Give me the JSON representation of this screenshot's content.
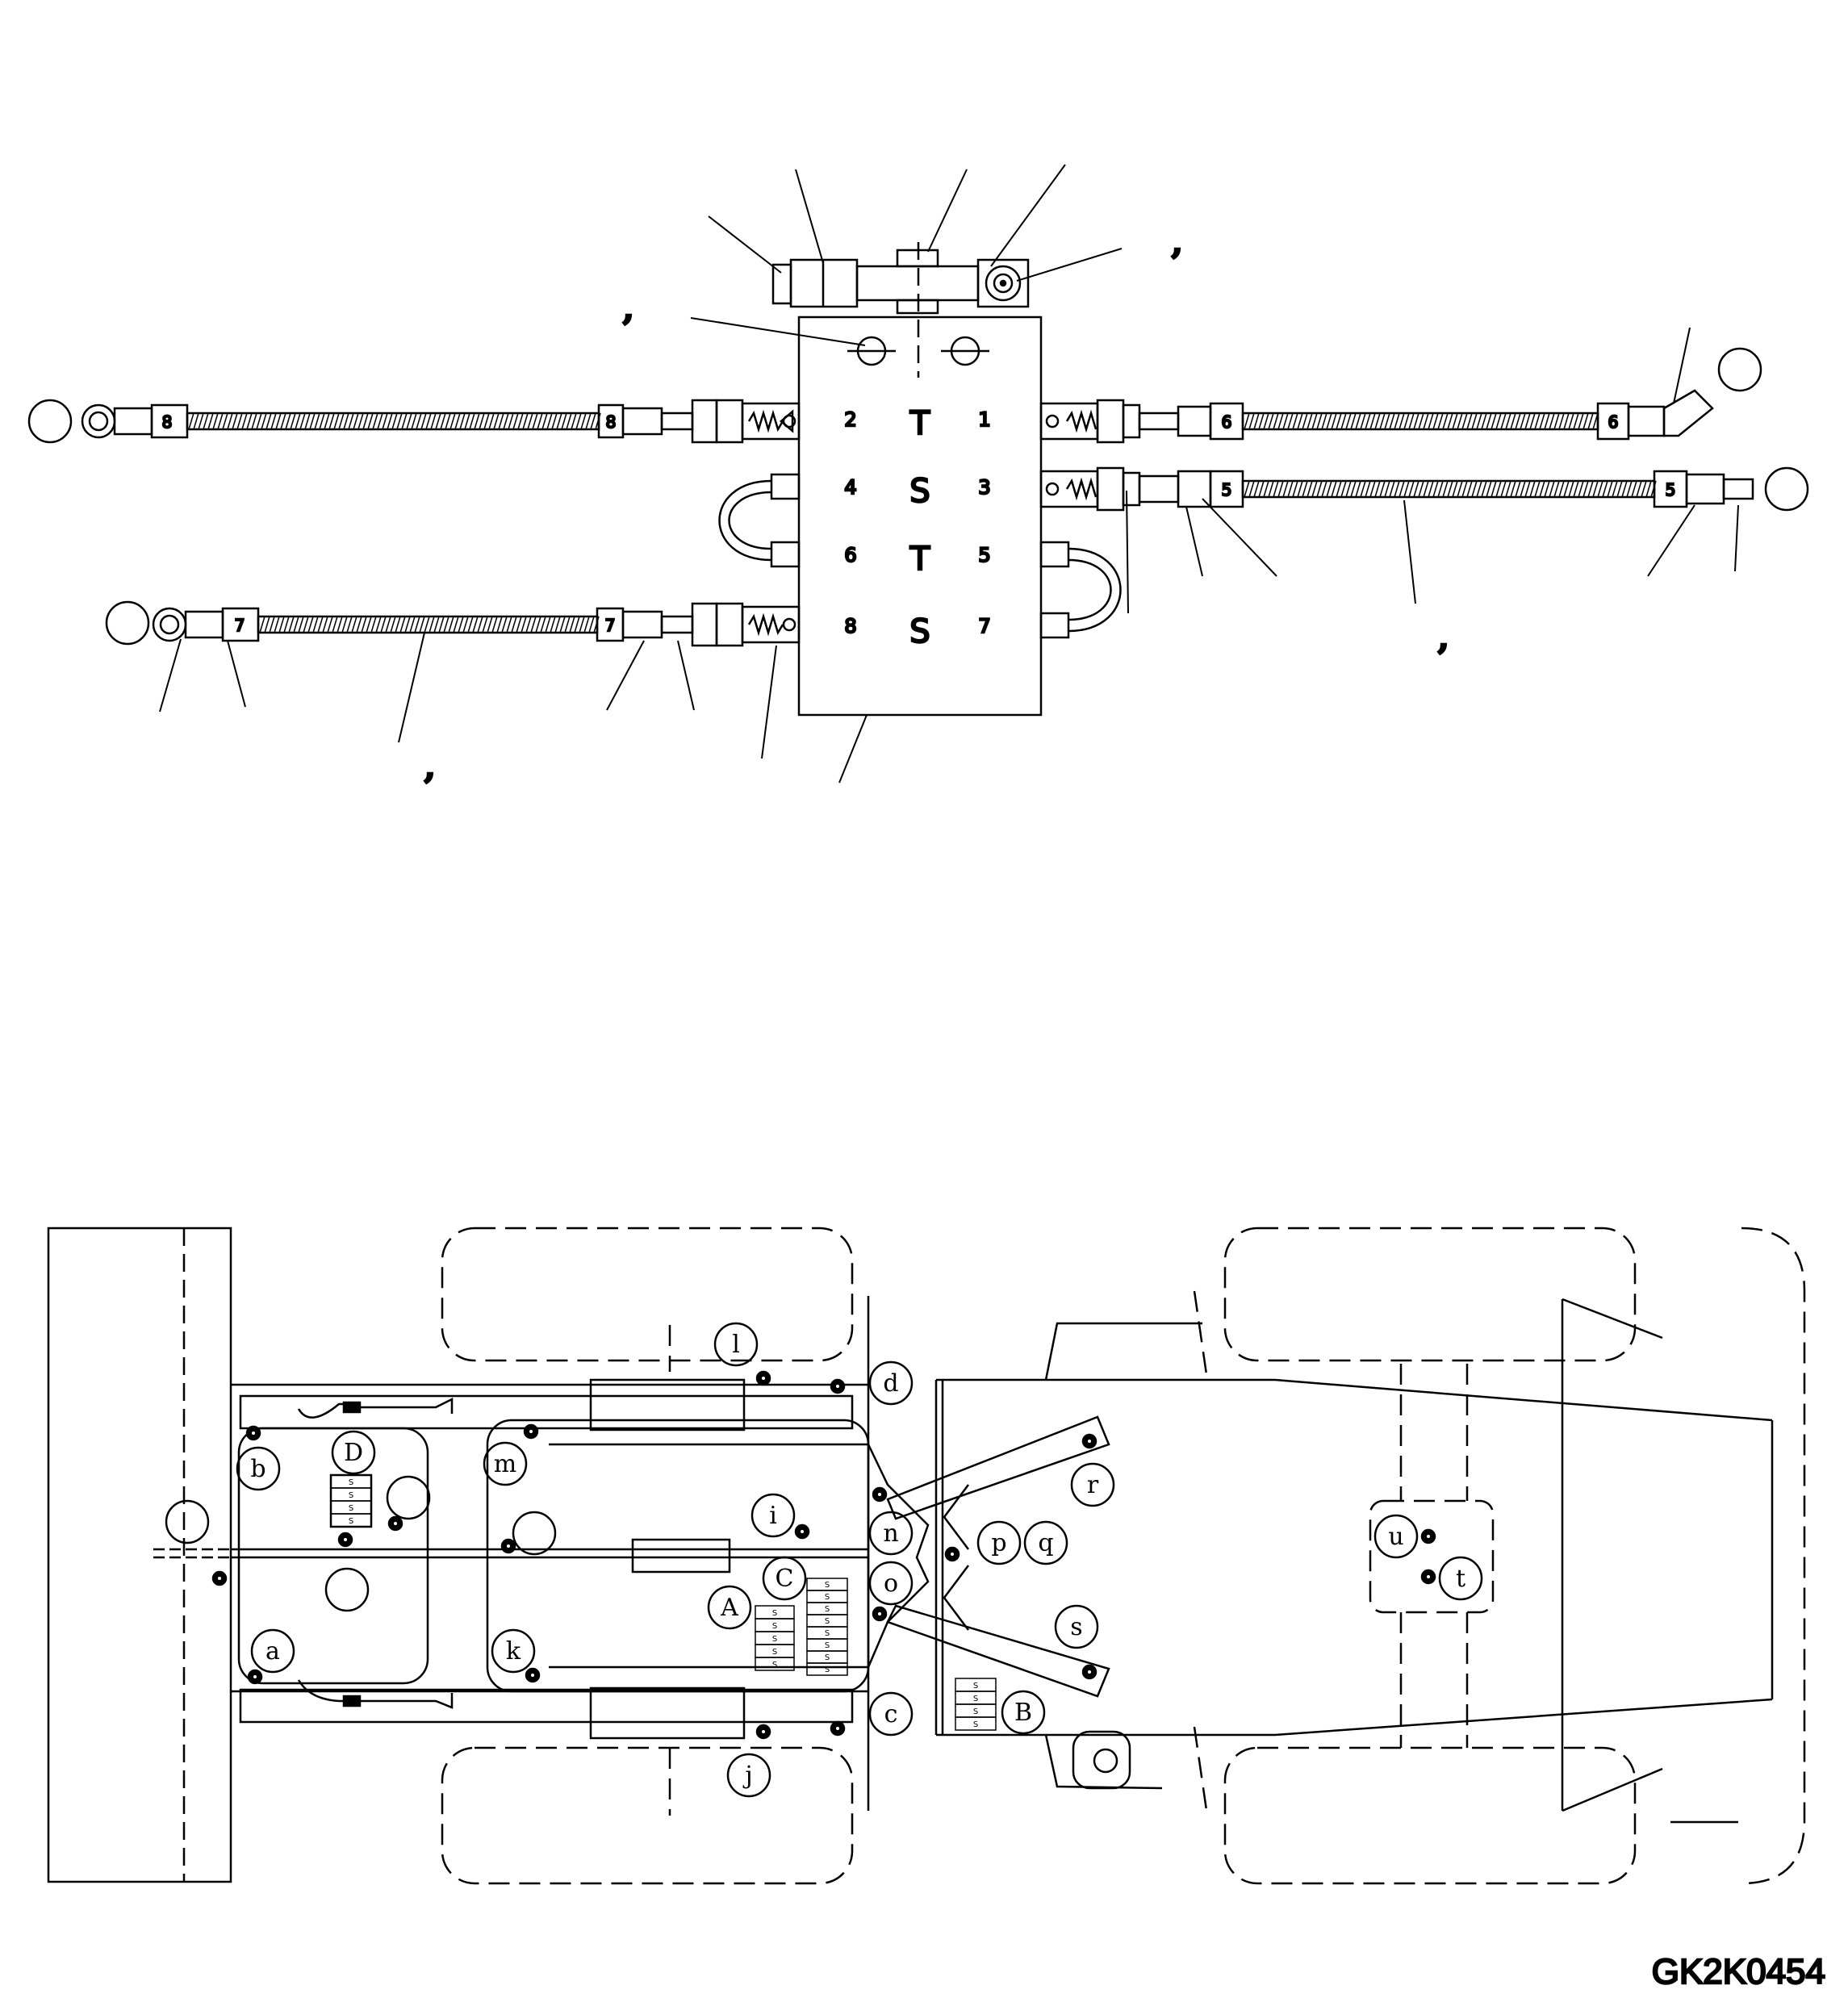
{
  "valve_block": {
    "ports_left": [
      "2",
      "4",
      "6",
      "8"
    ],
    "ports_right": [
      "1",
      "3",
      "5",
      "7"
    ],
    "center_marks": [
      "T",
      "S",
      "T",
      "S"
    ]
  },
  "hose_labels": {
    "upper_left": "8",
    "upper_right": "6",
    "middle_right": "5",
    "lower_left": "7"
  },
  "callout_ticks": [
    "’",
    "’",
    "’",
    "’"
  ],
  "chassis": {
    "callouts": [
      "a",
      "b",
      "c",
      "d",
      "i",
      "j",
      "k",
      "l",
      "m",
      "n",
      "o",
      "p",
      "q",
      "r",
      "s",
      "t",
      "u"
    ],
    "blocks": [
      "A",
      "B",
      "C",
      "D"
    ],
    "cell_text": "S"
  },
  "drawing_number": "GK2K0454"
}
